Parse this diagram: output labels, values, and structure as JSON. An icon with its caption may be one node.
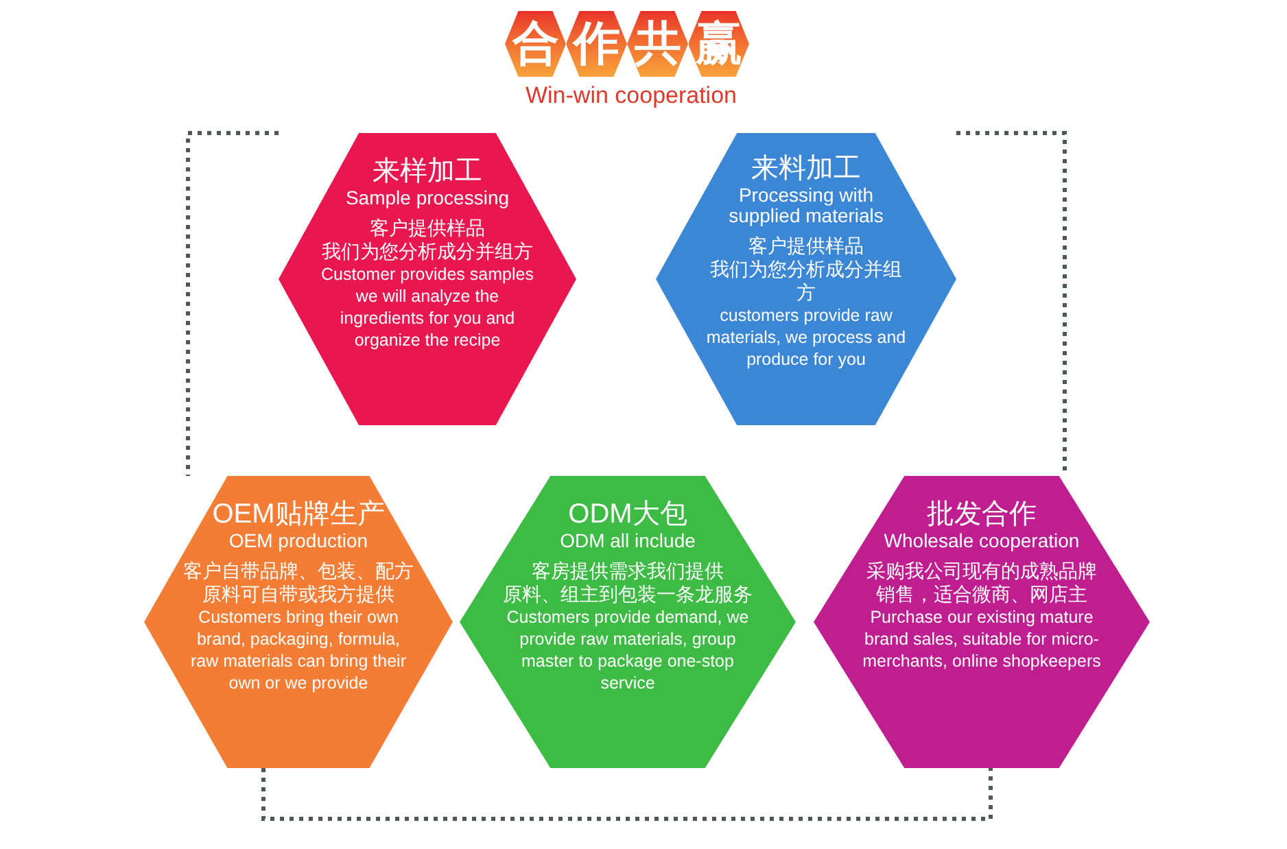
{
  "diagram": {
    "title": "合作共赢",
    "nodes": [
      {
        "text": [
          "来样加工",
          "Sample processing",
          "客户提供样品",
          "我们为您分析成分并组方",
          "Customer provides samples we will analyze the ingredients for you and organize the recipe"
        ]
      },
      {
        "text": [
          "来料加工",
          "Processing with supplied materials",
          "客户提供样品",
          "我们为您分析成分并组方",
          "customers provide raw materials, we process and produce for you"
        ]
      },
      {
        "text": [
          "OEM贴牌生产",
          "OEM production",
          "客户自带品牌、包装、配方",
          "原料可自带或我方提供",
          "Customers bring their own brand, packaging, formula, raw materials can bring their own or we provide"
        ]
      },
      {
        "text": [
          "ODM大包",
          "ODM all include",
          "客房提供需求我们提供",
          "原料、组主到包装一条龙服务",
          "Customers provide demand, we provide raw materials, group master to package one-stop service"
        ]
      },
      {
        "text": [
          "批发合作",
          "Wholesale cooperation",
          "采购我公司现有的成熟品牌",
          "销售，适合微商、网店主",
          "Purchase our existing mature brand sales, suitable for micro-merchants, online shopkeepers"
        ]
      }
    ],
    "edges": [
      {
        "from": 0,
        "to": 2,
        "arrow": "none",
        "style": "dashed"
      },
      {
        "from": 1,
        "to": 4,
        "arrow": "none",
        "style": "dashed"
      },
      {
        "from": 2,
        "to": 4,
        "arrow": "none",
        "style": "dashed"
      }
    ],
    "labels": [
      "Win-win cooperation"
    ]
  }
}
